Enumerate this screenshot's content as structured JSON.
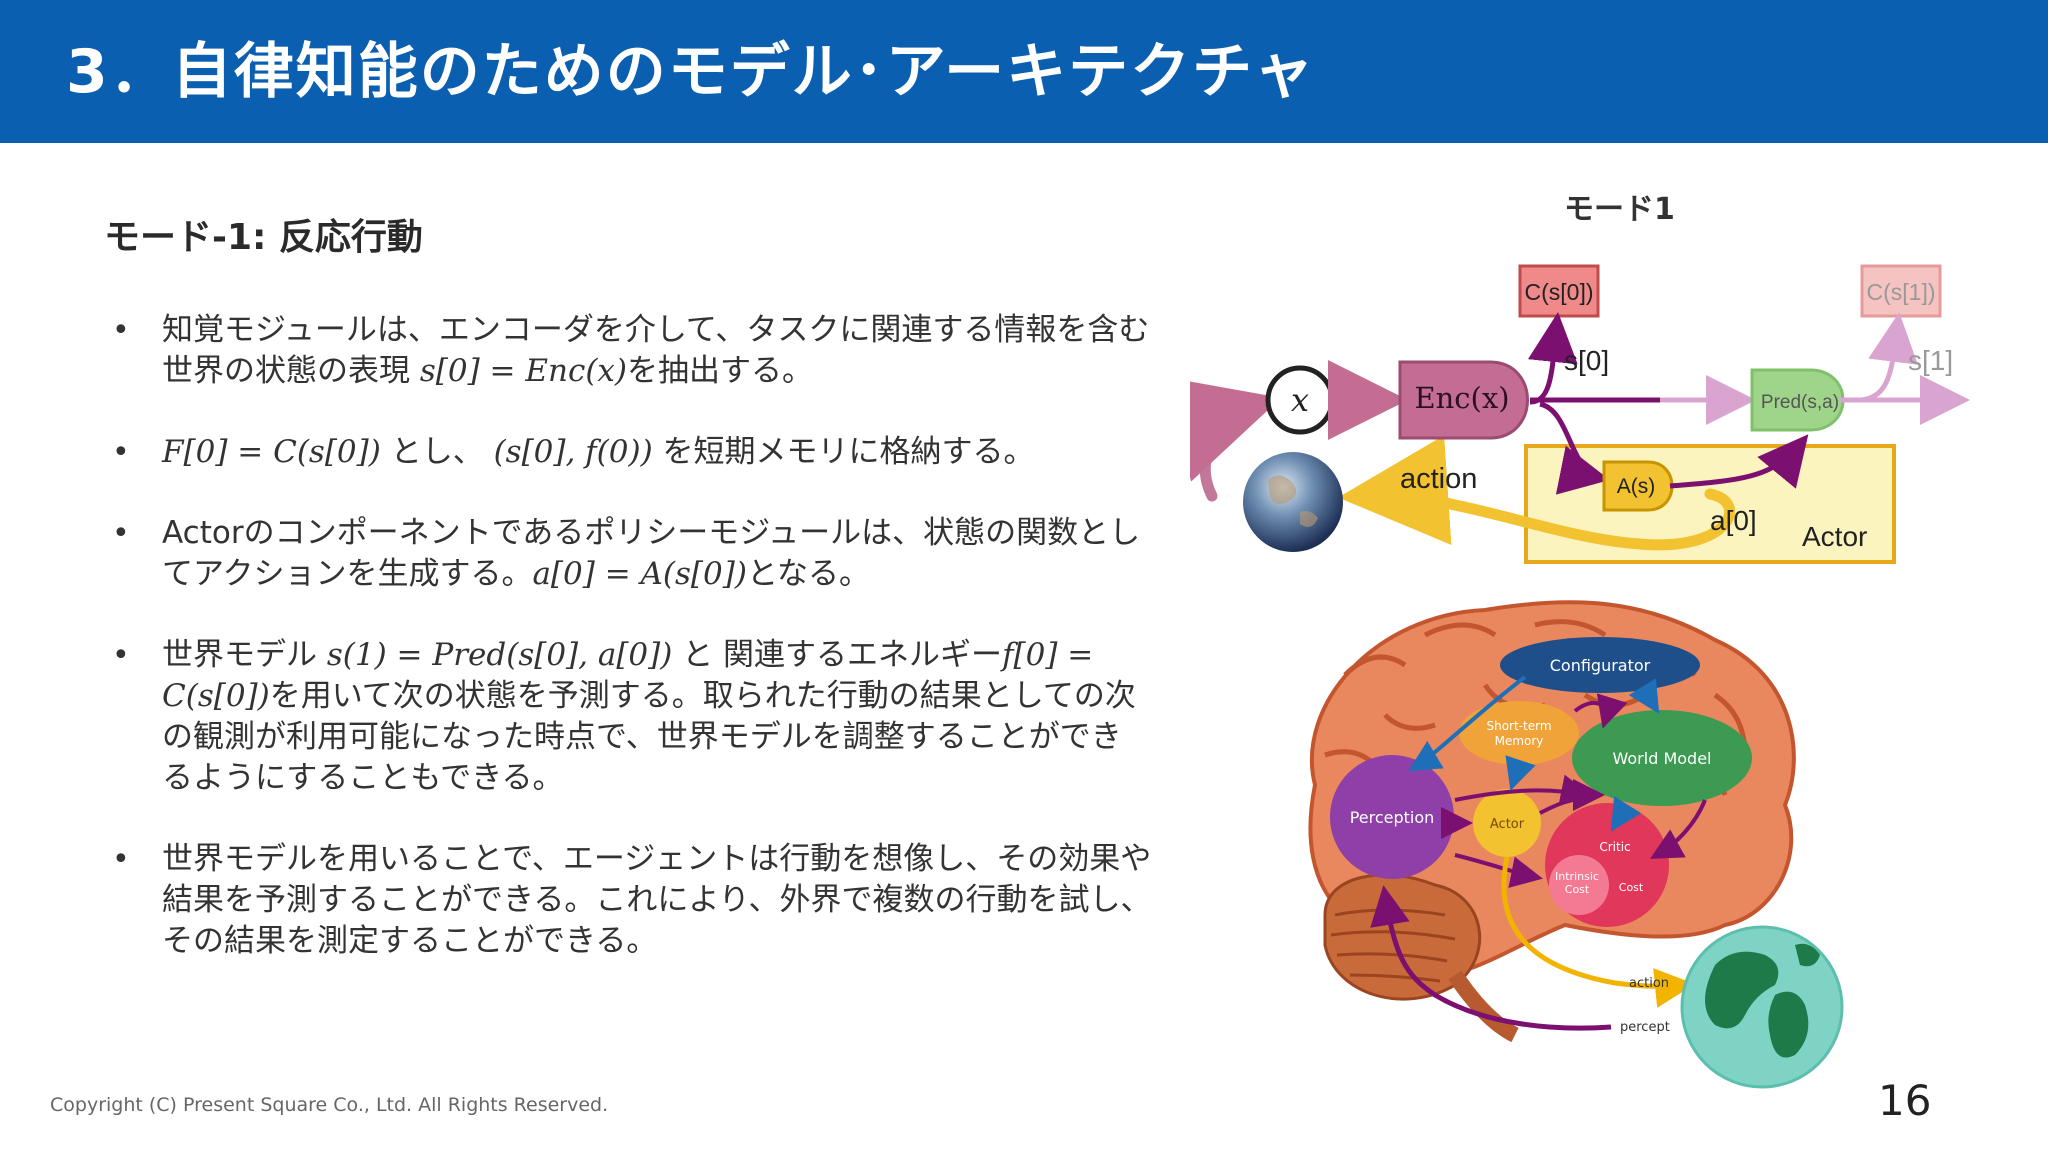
{
  "header": {
    "title": "3．自律知能のためのモデル･アーキテクチャ"
  },
  "section": {
    "title": "モード-1: 反応行動"
  },
  "bullets": [
    {
      "parts": [
        {
          "t": "知覚モジュールは、エンコーダを介して、タスクに関連する情報を含む世界の状態の表現 "
        },
        {
          "m": "s[0] = Enc(x)"
        },
        {
          "t": "を抽出する。"
        }
      ]
    },
    {
      "parts": [
        {
          "m": "F[0] = C(s[0])"
        },
        {
          "t": " とし、 "
        },
        {
          "m": "(s[0], f(0))"
        },
        {
          "t": " を短期メモリに格納する。"
        }
      ]
    },
    {
      "parts": [
        {
          "t": "Actorのコンポーネントであるポリシーモジュールは、状態の関数としてアクションを生成する。"
        },
        {
          "m": "a[0] = A(s[0])"
        },
        {
          "t": "となる。"
        }
      ]
    },
    {
      "parts": [
        {
          "t": "世界モデル "
        },
        {
          "m": "s(1) = Pred(s[0], a[0])"
        },
        {
          "t": " と 関連するエネルギー"
        },
        {
          "m": "f[0] = C(s[0])"
        },
        {
          "t": "を用いて次の状態を予測する。取られた行動の結果としての次の観測が利用可能になった時点で、世界モデルを調整することができるようにすることもできる。"
        }
      ]
    },
    {
      "parts": [
        {
          "t": "世界モデルを用いることで、エージェントは行動を想像し、その効果や結果を予測することができる。これにより、外界で複数の行動を試し、その結果を測定することができる。"
        }
      ]
    }
  ],
  "diagram": {
    "title": "モード1",
    "c0": "C(s[0])",
    "c1": "C(s[1])",
    "s0": "s[0]",
    "s1": "s[1]",
    "x": "x",
    "enc": "Enc(x)",
    "pred": "Pred(s,a)",
    "a_node": "A(s)",
    "a0": "a[0]",
    "actor": "Actor",
    "action": "action"
  },
  "brain": {
    "configurator": "Configurator",
    "short_term_memory": [
      "Short-term",
      "Memory"
    ],
    "world_model": "World Model",
    "perception": "Perception",
    "actor": "Actor",
    "critic": "Critic",
    "intrinsic_cost": [
      "Intrinsic",
      "Cost"
    ],
    "cost": "Cost",
    "action": "action",
    "percept": "percept"
  },
  "footer": {
    "copyright": "Copyright (C) Present Square Co., Ltd. All Rights Reserved.",
    "page": "16"
  },
  "colors": {
    "header_bg": "#0b5fb0",
    "enc": "#c46d93",
    "pred": "#9fd58a",
    "actor_box": "#fcf4be",
    "actor_border": "#e6a81a",
    "cost_box": "#f08a8a",
    "purple_arrow": "#7b1070"
  }
}
